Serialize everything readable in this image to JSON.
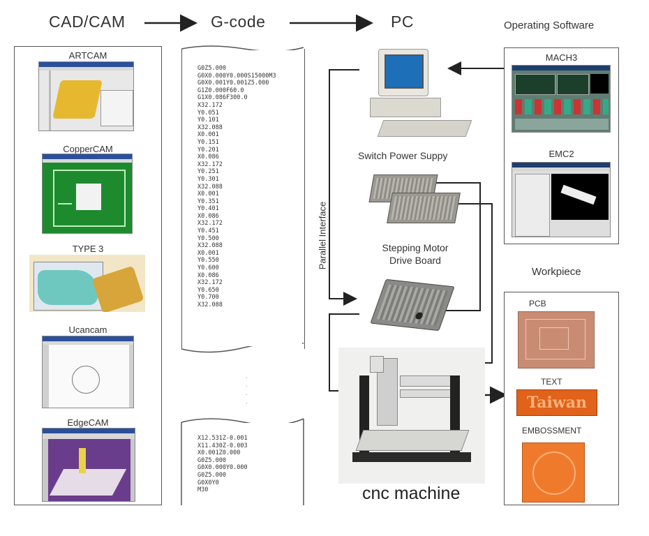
{
  "header": {
    "cadcam": "CAD/CAM",
    "gcode": "G-code",
    "pc": "PC",
    "operating_software": "Operating Software"
  },
  "software": [
    {
      "label": "ARTCAM"
    },
    {
      "label": "CopperCAM"
    },
    {
      "label": "TYPE 3"
    },
    {
      "label": "Ucancam"
    },
    {
      "label": "EdgeCAM"
    }
  ],
  "gcode_top": [
    "G0Z5.000",
    "G0X0.000Y0.000S15000M3",
    "G0X0.001Y0.001Z5.000",
    "G1Z0.000F60.0",
    "G1X0.086F300.0",
    "X32.172",
    "Y0.051",
    "Y0.101",
    "X32.088",
    "X0.001",
    "Y0.151",
    "Y0.201",
    "X0.086",
    "X32.172",
    "Y0.251",
    "Y0.301",
    "X32.088",
    "X0.001",
    "Y0.351",
    "Y0.401",
    "X0.086",
    "X32.172",
    "Y0.451",
    "Y0.500",
    "X32.088",
    "X0.001",
    "Y0.550",
    "Y0.600",
    "X0.086",
    "X32.172",
    "Y0.650",
    "Y0.700",
    "X32.088"
  ],
  "gcode_bottom": [
    "X12.531Z-0.001",
    "X11.430Z-0.003",
    "X0.001Z0.000",
    "G0Z5.000",
    "G0X0.000Y0.000",
    "G0Z5.000",
    "G0X0Y0",
    "M30"
  ],
  "middle": {
    "parallel_interface": "Parallel Interface",
    "switch_power": "Switch Power Suppy",
    "driver_board_line1": "Stepping Motor",
    "driver_board_line2": "Drive Board",
    "cnc_machine": "cnc machine"
  },
  "operating": [
    {
      "label": "MACH3"
    },
    {
      "label": "EMC2"
    }
  ],
  "workpiece": {
    "title": "Workpiece",
    "items": [
      {
        "label": "PCB"
      },
      {
        "label": "TEXT",
        "sample": "Taiwan"
      },
      {
        "label": "EMBOSSMENT"
      }
    ]
  },
  "colors": {
    "pcb": "#c98c72",
    "text_plate": "#e0621b",
    "emboss": "#f07a2c",
    "copper_green": "#1e8a2e"
  }
}
